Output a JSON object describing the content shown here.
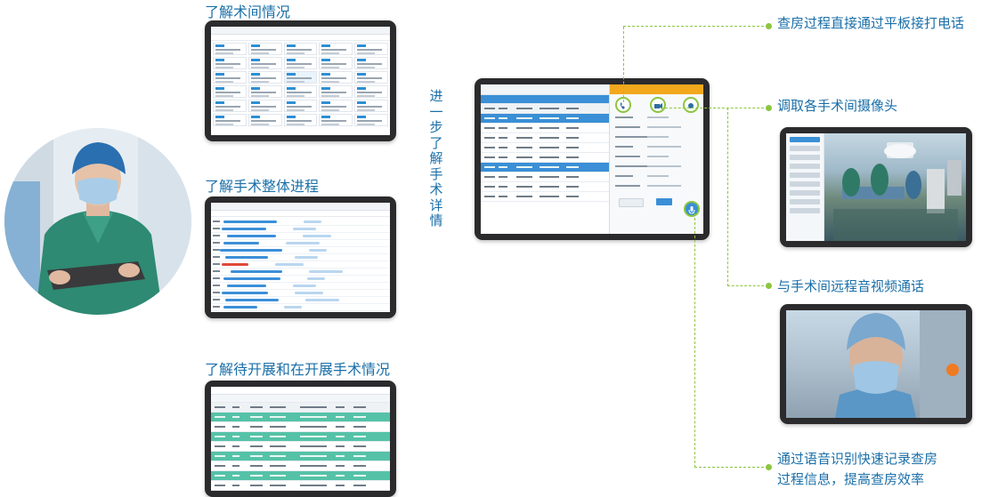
{
  "captions": {
    "room_status": "了解术间情况",
    "overall_progress": "了解手术整体进程",
    "pending_ongoing": "了解待开展和在开展手术情况",
    "vertical": "进一步了解手术详情",
    "call": "查房过程直接通过平板接打电话",
    "cameras": "调取各手术间摄像头",
    "video_call": "与手术间远程音视频通话",
    "voice_line1": "通过语音识别快速记录查房",
    "voice_line2": "过程信息，提高查房效率"
  },
  "colors": {
    "caption_text": "#1a6fa8",
    "connector": "#8cc63f",
    "tablet_bezel": "#2b2b2d",
    "accent_blue": "#3a8fd6",
    "accent_teal": "#55c2a7",
    "accent_orange": "#f2a81d",
    "alert_red": "#e0483a"
  },
  "icons": {
    "phone": "phone-icon",
    "camera": "camera-icon",
    "video": "video-icon",
    "microphone": "microphone-icon"
  }
}
